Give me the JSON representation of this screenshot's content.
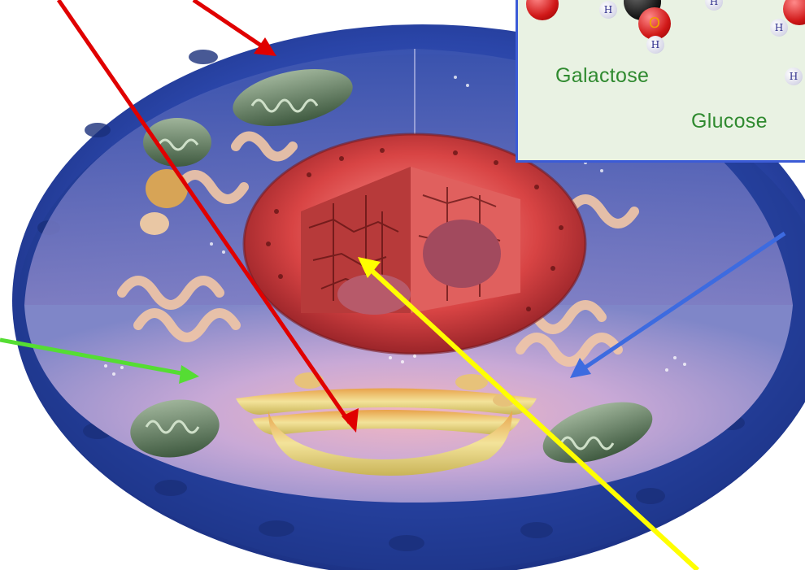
{
  "diagram": {
    "subject": "eukaryotic cell cross-section",
    "inset": {
      "labels": [
        "Galactose",
        "Glucose"
      ],
      "atom_symbols": {
        "hydrogen": "H",
        "oxygen": "O"
      },
      "border_color": "#3b5bd6",
      "label_color": "#2f8a2f"
    },
    "pointer_colors": {
      "red": "#e00000",
      "green": "#55dd33",
      "blue": "#3d6be0",
      "yellow": "#ffff00"
    },
    "structure_colors": {
      "membrane": "#2f4fb0",
      "cytoplasm": "#9fa2d6",
      "nucleus": "#d8484a",
      "golgi": "#e6d07a",
      "mitochondria": "#5b7a5a"
    }
  }
}
